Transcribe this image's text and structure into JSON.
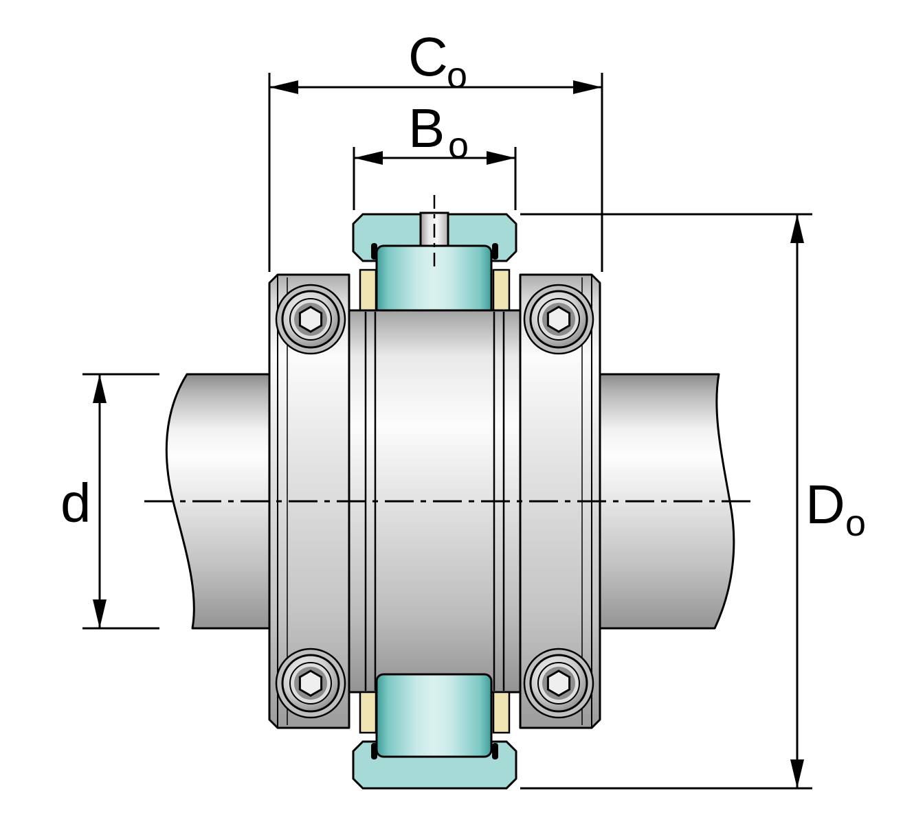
{
  "figure": {
    "kind": "technical-drawing",
    "subject": "bearing-unit-mounted-on-shaft-section-view",
    "labels": {
      "width_outer": {
        "main": "C",
        "sub": "o"
      },
      "width_bearing": {
        "main": "B",
        "sub": "o"
      },
      "shaft_diameter": {
        "main": "d",
        "sub": ""
      },
      "outer_diameter": {
        "main": "D",
        "sub": "o"
      }
    },
    "colors": {
      "bearing_teal": "#a6dad6",
      "cage_yellow": "#f0e5b2",
      "line_black": "#000000",
      "background": "#ffffff"
    }
  }
}
